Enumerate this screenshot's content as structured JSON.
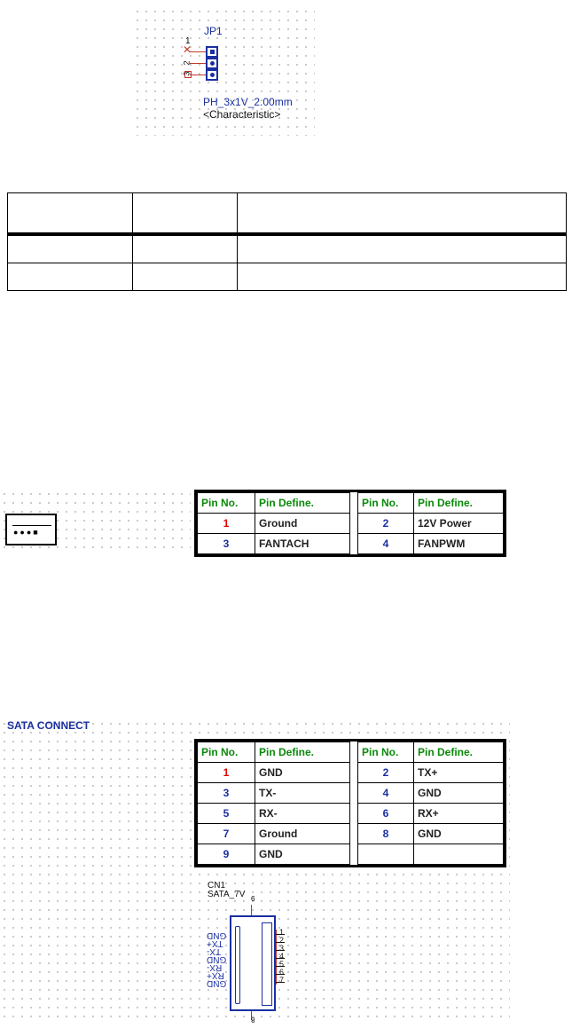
{
  "jp1": {
    "ref": "JP1",
    "pin1": "1",
    "pin2": "2",
    "pin3": "3",
    "footprint": "PH_3x1V_2.00mm",
    "value": "<Characteristic>"
  },
  "fan_table": {
    "headers": [
      "Pin No.",
      "Pin Define.",
      "Pin No.",
      "Pin Define."
    ],
    "rows": [
      {
        "n1": "1",
        "d1": "Ground",
        "n2": "2",
        "d2": "12V Power"
      },
      {
        "n1": "3",
        "d1": "FANTACH",
        "n2": "4",
        "d2": "FANPWM"
      }
    ]
  },
  "sata": {
    "title": "SATA CONNECT",
    "headers": [
      "Pin No.",
      "Pin Define.",
      "Pin No.",
      "Pin Define."
    ],
    "rows": [
      {
        "n1": "1",
        "d1": "GND",
        "n2": "2",
        "d2": "TX+"
      },
      {
        "n1": "3",
        "d1": "TX-",
        "n2": "4",
        "d2": "GND"
      },
      {
        "n1": "5",
        "d1": "RX-",
        "n2": "6",
        "d2": "RX+"
      },
      {
        "n1": "7",
        "d1": "Ground",
        "n2": "8",
        "d2": "GND"
      },
      {
        "n1": "9",
        "d1": "GND",
        "n2": "",
        "d2": ""
      }
    ],
    "connector_ref": "CN1",
    "connector_part": "SATA_7V",
    "pin_labels": [
      "GND",
      "TX+",
      "TX-",
      "GND",
      "RX-",
      "RX+",
      "GND"
    ],
    "pin_numbers": [
      "1",
      "2",
      "3",
      "4",
      "5",
      "6",
      "7"
    ],
    "mount_top": "9",
    "mount_bottom": "8"
  }
}
